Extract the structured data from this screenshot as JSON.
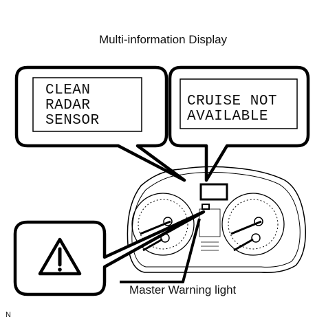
{
  "diagram": {
    "title": "Multi-information Display",
    "callout_left": {
      "lines": [
        "CLEAN",
        "RADAR",
        "SENSOR"
      ]
    },
    "callout_right": {
      "lines": [
        "CRUISE NOT",
        "AVAILABLE"
      ]
    },
    "master_warning_label": "Master Warning light",
    "corner_mark": "N",
    "warning_icon": "warning-triangle-icon"
  }
}
